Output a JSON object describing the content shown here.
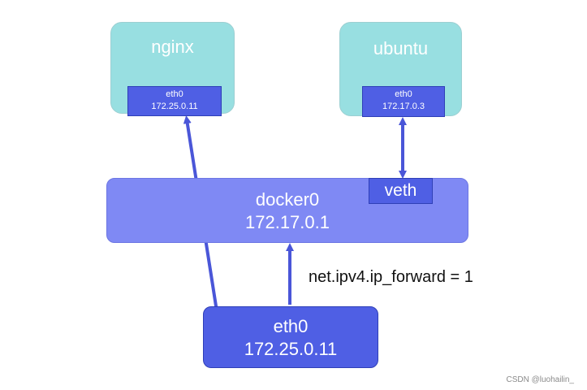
{
  "containers": [
    {
      "name": "nginx",
      "nic": {
        "name": "eth0",
        "ip": "172.25.0.11"
      }
    },
    {
      "name": "ubuntu",
      "nic": {
        "name": "eth0",
        "ip": "172.17.0.3"
      }
    }
  ],
  "bridge": {
    "name": "docker0",
    "ip": "172.17.0.1",
    "veth_label": "veth"
  },
  "host": {
    "nic": {
      "name": "eth0",
      "ip": "172.25.0.11"
    }
  },
  "sysctl_label": "net.ipv4.ip_forward = 1",
  "watermark": "CSDN @luohailin_",
  "colors": {
    "container_fill": "#98dfe1",
    "nic_fill": "#4f5fe4",
    "bridge_fill": "#7f89f4",
    "link_color": "#4a56d8"
  }
}
